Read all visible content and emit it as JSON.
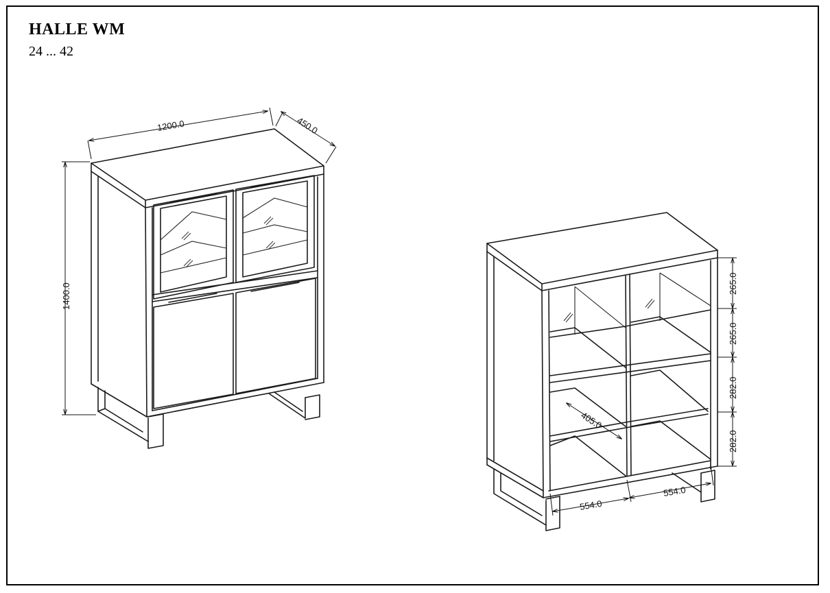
{
  "header": {
    "title": "HALLE WM",
    "subtitle": "24 ... 42"
  },
  "dimensions": {
    "width": "1200.0",
    "depth": "450.0",
    "height": "1400.0",
    "shelf_1": "265.0",
    "shelf_2": "265.0",
    "shelf_3": "282.0",
    "shelf_4": "282.0",
    "inner_depth": "405.0",
    "inner_width_left": "554.0",
    "inner_width_right": "554.0"
  },
  "colors": {
    "line": "#1a1a1a",
    "background": "#ffffff"
  }
}
